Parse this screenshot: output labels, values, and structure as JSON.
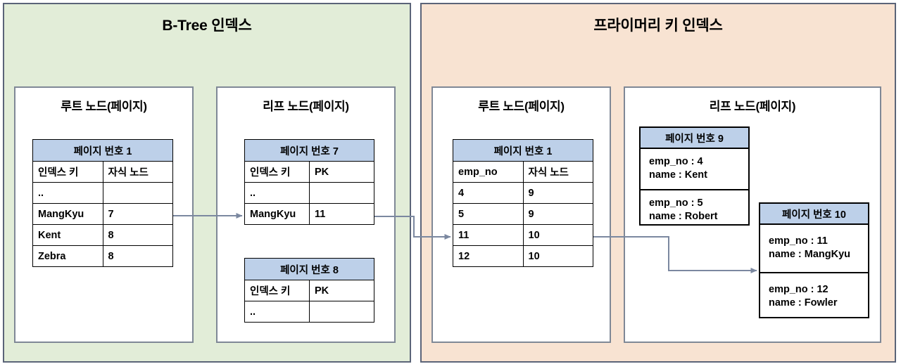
{
  "panels": {
    "btree": {
      "title": "B-Tree 인덱스",
      "bg": "#e2edd8"
    },
    "pk": {
      "title": "프라이머리 키 인덱스",
      "bg": "#f8e3d2"
    }
  },
  "cards": {
    "btree_root": {
      "title": "루트 노드(페이지)"
    },
    "btree_leaf": {
      "title": "리프 노드(페이지)"
    },
    "pk_root": {
      "title": "루트 노드(페이지)"
    },
    "pk_leaf": {
      "title": "리프 노드(페이지)"
    }
  },
  "tables": {
    "btree_root_page1": {
      "page_label": "페이지 번호 1",
      "columns": [
        "인덱스 키",
        "자식 노드"
      ],
      "rows": [
        [
          "..",
          ""
        ],
        [
          "MangKyu",
          "7"
        ],
        [
          "Kent",
          "8"
        ],
        [
          "Zebra",
          "8"
        ]
      ]
    },
    "btree_leaf_page7": {
      "page_label": "페이지 번호 7",
      "columns": [
        "인덱스 키",
        "PK"
      ],
      "rows": [
        [
          "..",
          ""
        ],
        [
          "MangKyu",
          "11"
        ]
      ]
    },
    "btree_leaf_page8": {
      "page_label": "페이지 번호 8",
      "columns": [
        "인덱스 키",
        "PK"
      ],
      "rows": [
        [
          "..",
          ""
        ]
      ]
    },
    "pk_root_page1": {
      "page_label": "페이지 번호 1",
      "columns": [
        "emp_no",
        "자식 노드"
      ],
      "rows": [
        [
          "4",
          "9"
        ],
        [
          "5",
          "9"
        ],
        [
          "11",
          "10"
        ],
        [
          "12",
          "10"
        ]
      ]
    }
  },
  "record_pages": {
    "page9": {
      "page_label": "페이지 번호 9",
      "records": [
        [
          "emp_no : 4",
          "name : Kent"
        ],
        [
          "emp_no : 5",
          "name : Robert"
        ]
      ]
    },
    "page10": {
      "page_label": "페이지 번호 10",
      "records": [
        [
          "emp_no : 11",
          "name : MangKyu"
        ],
        [
          "emp_no : 12",
          "name : Fowler"
        ]
      ]
    }
  },
  "colors": {
    "header_cell": "#bdd0e9",
    "panel_border": "#5b6478",
    "card_border": "#7f8896",
    "connector": "#7b88a0"
  },
  "connectors": [
    {
      "name": "btree-root-to-leaf-page7",
      "from": "btree_root_page1.MangKyu",
      "to": "btree_leaf_page7.MangKyu"
    },
    {
      "name": "btree-leaf-page7-to-pk-root",
      "from": "btree_leaf_page7.PK=11",
      "to": "pk_root_page1.row-11"
    },
    {
      "name": "pk-root-to-leaf-page10",
      "from": "pk_root_page1.child=10",
      "to": "page10"
    }
  ]
}
